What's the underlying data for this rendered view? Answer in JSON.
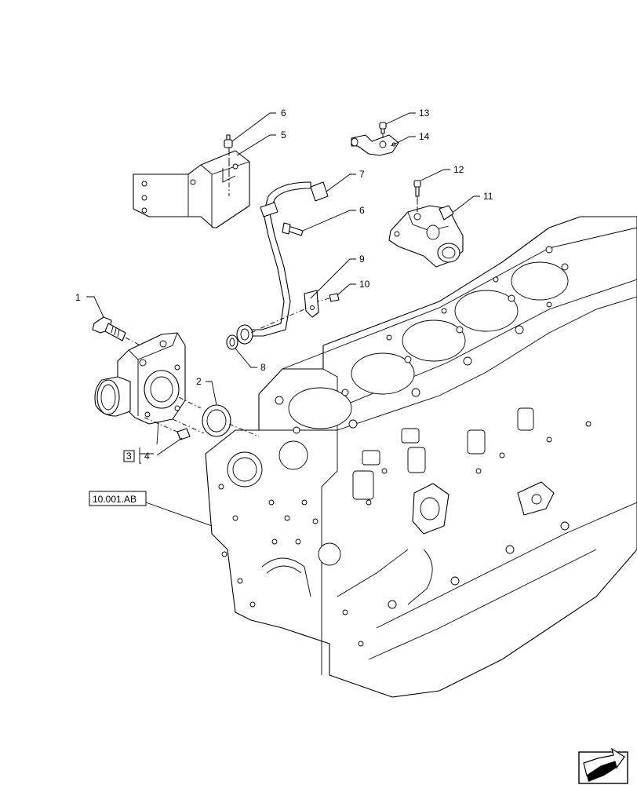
{
  "callouts": [
    {
      "id": "c1",
      "label": "1"
    },
    {
      "id": "c2",
      "label": "2"
    },
    {
      "id": "c3",
      "label": "3"
    },
    {
      "id": "c4",
      "label": "4"
    },
    {
      "id": "c5",
      "label": "5"
    },
    {
      "id": "c6a",
      "label": "6"
    },
    {
      "id": "c6b",
      "label": "6"
    },
    {
      "id": "c7",
      "label": "7"
    },
    {
      "id": "c8",
      "label": "8"
    },
    {
      "id": "c9",
      "label": "9"
    },
    {
      "id": "c10",
      "label": "10"
    },
    {
      "id": "c11",
      "label": "11"
    },
    {
      "id": "c12",
      "label": "12"
    },
    {
      "id": "c13",
      "label": "13"
    },
    {
      "id": "c14",
      "label": "14"
    }
  ],
  "reference": {
    "label": "10.001.AB"
  },
  "nav_icon": "next-page-arrow-icon"
}
